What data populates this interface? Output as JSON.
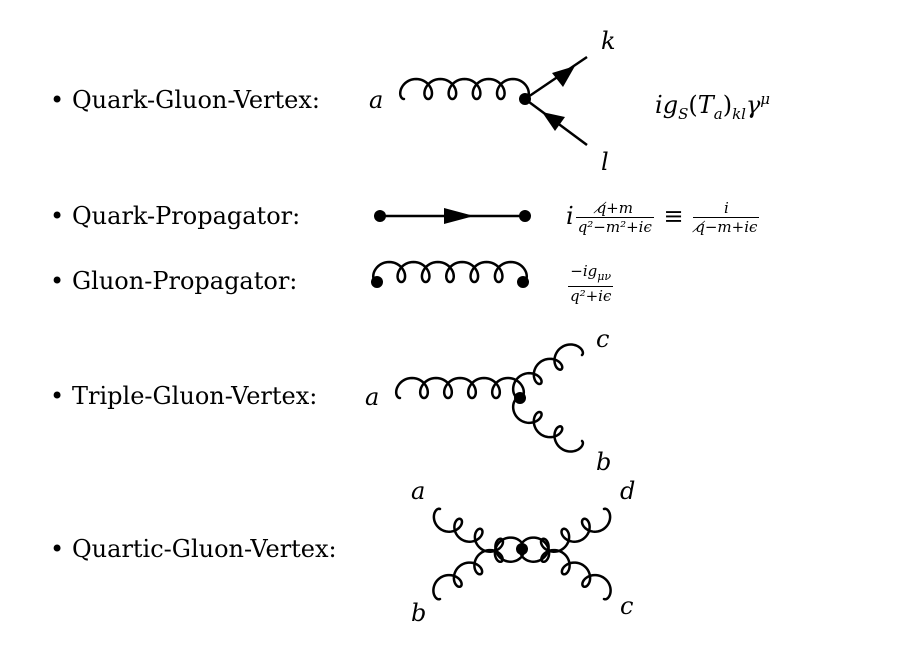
{
  "rows": [
    {
      "bullet": "•",
      "label": "Quark-Gluon-Vertex:"
    },
    {
      "bullet": "•",
      "label": "Quark-Propagator:"
    },
    {
      "bullet": "•",
      "label": "Gluon-Propagator:"
    },
    {
      "bullet": "•",
      "label": "Triple-Gluon-Vertex:"
    },
    {
      "bullet": "•",
      "label": "Quartic-Gluon-Vertex:"
    }
  ],
  "qg_vertex": {
    "labels": {
      "a": "a",
      "k": "k",
      "l": "l"
    },
    "formula": {
      "i": "i",
      "g": "g",
      "S": "S",
      "open": "(",
      "T": "T",
      "a": "a",
      "close": ")",
      "kl": "kl",
      "gamma": "γ",
      "mu": "μ"
    }
  },
  "quark_prop": {
    "formula": {
      "i1": "i",
      "num1": "q̸+m",
      "den1": "q²−m²+iϵ",
      "equiv": "≡",
      "num2": "i",
      "den2": "q̸−m+iϵ"
    }
  },
  "gluon_prop": {
    "formula": {
      "num": "−ig",
      "num_sub": "μν",
      "den": "q²+iϵ"
    }
  },
  "triple_vertex": {
    "labels": {
      "a": "a",
      "b": "b",
      "c": "c"
    }
  },
  "quartic_vertex": {
    "labels": {
      "a": "a",
      "b": "b",
      "c": "c",
      "d": "d"
    }
  }
}
